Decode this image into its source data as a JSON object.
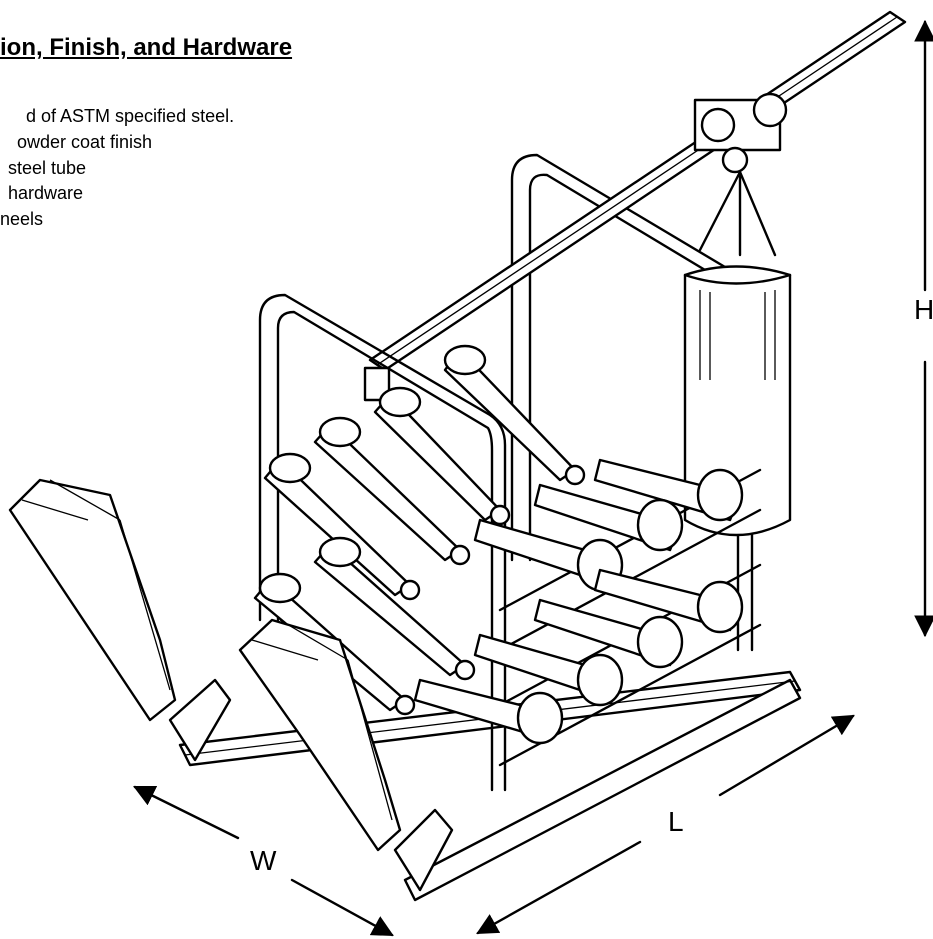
{
  "heading": "ion, Finish, and Hardware",
  "specs": [
    "d of ASTM specified steel.",
    "owder coat finish",
    "steel tube",
    "hardware",
    "neels"
  ],
  "dimensions": {
    "height": "H",
    "length": "L",
    "width": "W"
  }
}
